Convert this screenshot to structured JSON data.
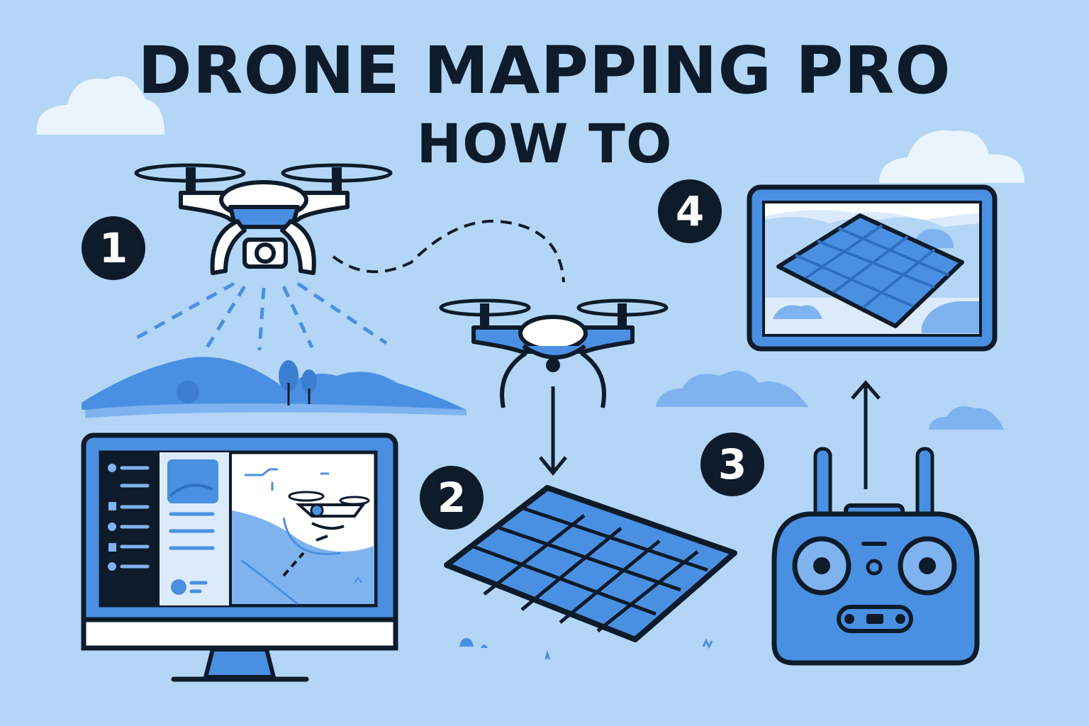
{
  "title": "DRONE MAPPING PRO",
  "subtitle": "HOW TO",
  "steps": [
    {
      "number": "1",
      "icon": "drone-camera-icon"
    },
    {
      "number": "2",
      "icon": "map-grid-icon"
    },
    {
      "number": "3",
      "icon": "remote-controller-icon"
    },
    {
      "number": "4",
      "icon": "tablet-map-icon"
    }
  ],
  "colors": {
    "background": "#b3d6f6",
    "ink": "#0d1b2a",
    "accent": "#4a90e2",
    "accent_light": "#7fb3ef",
    "white": "#ffffff"
  }
}
